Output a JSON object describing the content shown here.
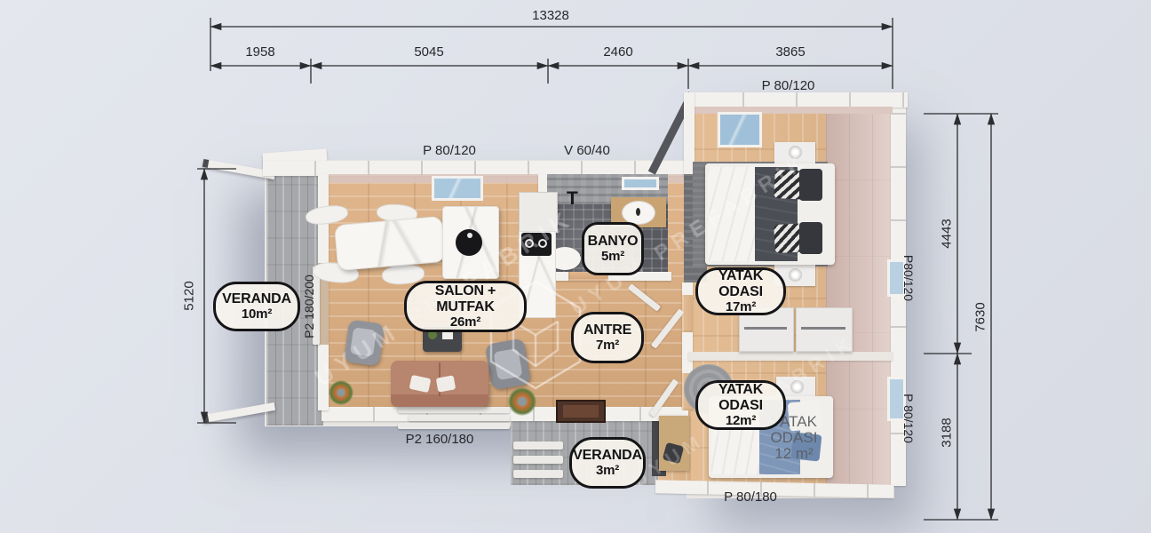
{
  "watermark": {
    "brand": "UYUM PREFABRIK"
  },
  "dimensions": {
    "top_total": "13328",
    "top_segments": [
      "1958",
      "5045",
      "2460",
      "3865"
    ],
    "left_height": "5120",
    "right_upper": "4443",
    "right_lower": "3188",
    "right_total": "7630"
  },
  "openings": {
    "top_right_door": "P 80/120",
    "salon_top_door": "P 80/120",
    "bath_window": "V 60/40",
    "veranda_door": "P2 180/200",
    "salon_bottom_door": "P2 160/180",
    "bottom_right_door": "P 80/180",
    "right_window_upper": "P80/120",
    "right_window_lower": "P 80/120"
  },
  "rooms": [
    {
      "name": "VERANDA",
      "area": "10m²"
    },
    {
      "name": "SALON + MUTFAK",
      "area": "26m²"
    },
    {
      "name": "BANYO",
      "area": "5m²"
    },
    {
      "name": "YATAK ODASI",
      "area": "17m²"
    },
    {
      "name": "ANTRE",
      "area": "7m²"
    },
    {
      "name": "YATAK ODASI",
      "area": "12m²"
    },
    {
      "name": "VERANDA",
      "area": "3m²"
    }
  ],
  "bedroom_note": {
    "line1": "YATAK",
    "line2": "ODASI",
    "line3": "12 m²"
  },
  "colors": {
    "background": "#dfe2ea",
    "badge_border": "#151517",
    "dimension_text": "#26272b",
    "wood_floor": "#ddae80",
    "deck_gray": "#a7a8ab",
    "roof_pink": "#dcc6bf",
    "wall_white": "#f3f1ee"
  }
}
